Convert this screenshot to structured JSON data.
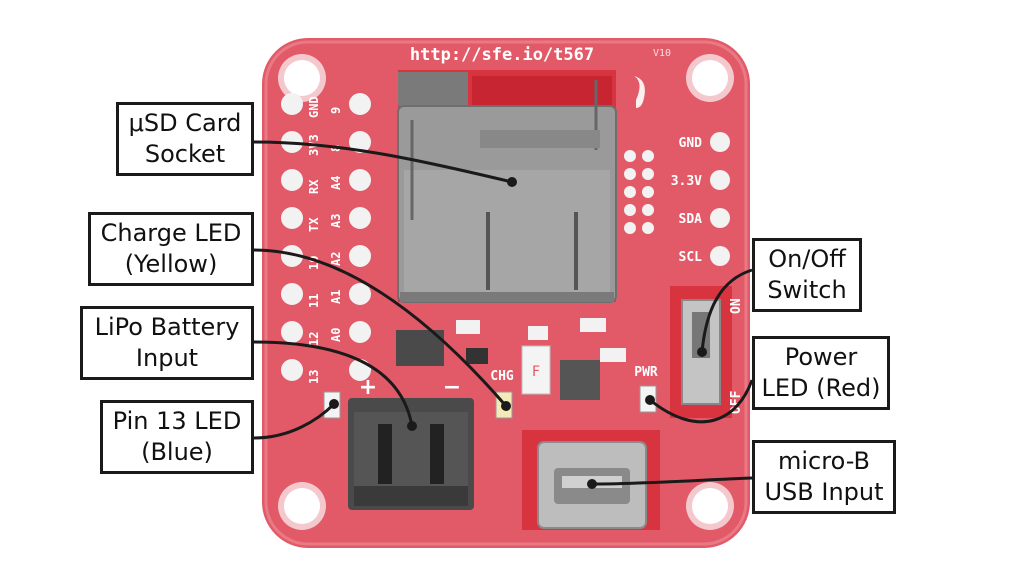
{
  "board": {
    "url": "http://sfe.io/t567",
    "version": "V10",
    "left_header_labels": [
      "GND",
      "3V3",
      "RX",
      "TX",
      "10",
      "11",
      "12",
      "13"
    ],
    "left_header_labels_inner": [
      "9",
      "8",
      "A4",
      "A3",
      "A2",
      "A1",
      "A0"
    ],
    "right_header_labels": [
      "GND",
      "3.3V",
      "SDA",
      "SCL"
    ],
    "silkscreen": {
      "chg": "CHG",
      "pwr": "PWR",
      "on": "ON",
      "off": "OFF",
      "plus": "+",
      "minus": "−",
      "fuse": "F"
    },
    "colors": {
      "pcb": "#e25a68",
      "pcb_light": "#ef8d97",
      "solder": "#f2f2f2",
      "metal": "#9a9a9a",
      "connector": "#4a4a4a"
    }
  },
  "callouts": {
    "sd_socket": {
      "line1": "μSD Card",
      "line2": "Socket"
    },
    "charge_led": {
      "line1": "Charge LED",
      "line2": "(Yellow)"
    },
    "lipo_input": {
      "line1": "LiPo Battery",
      "line2": "Input"
    },
    "pin13_led": {
      "line1": "Pin 13 LED",
      "line2": "(Blue)"
    },
    "switch": {
      "line1": "On/Off",
      "line2": "Switch"
    },
    "power_led": {
      "line1": "Power",
      "line2": "LED (Red)"
    },
    "usb_input": {
      "line1": "micro-B",
      "line2": "USB Input"
    }
  }
}
